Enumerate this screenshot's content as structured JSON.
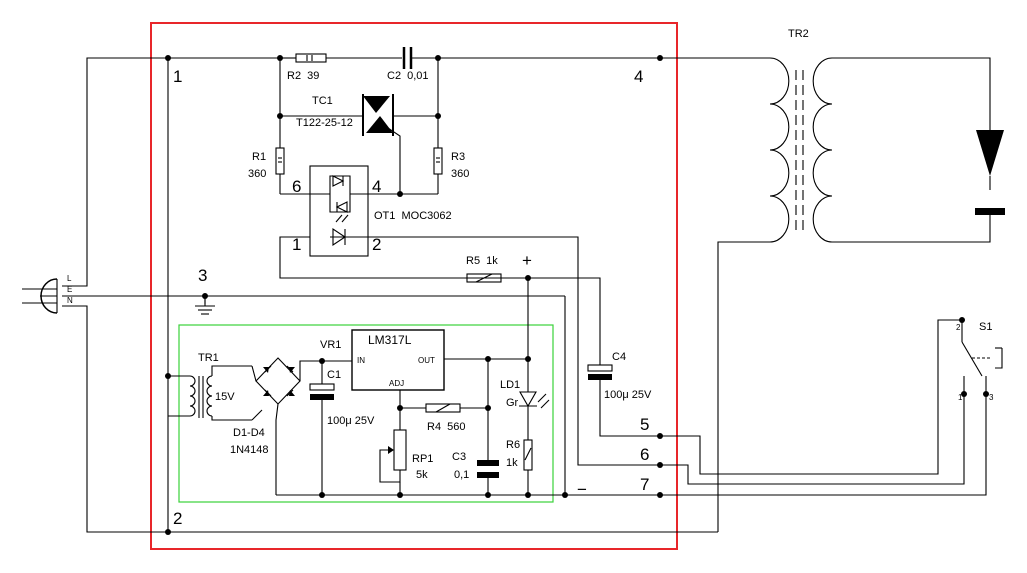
{
  "frame_colors": {
    "outer": "#e8262a",
    "inner": "#3ad13a"
  },
  "nodes": {
    "n1": "1",
    "n2": "2",
    "n3": "3",
    "n4": "4",
    "n5": "5",
    "n6": "6",
    "n7": "7"
  },
  "plug": {
    "l": "L",
    "e": "E",
    "n": "N"
  },
  "tr2": {
    "name": "TR2"
  },
  "s1": {
    "name": "S1",
    "p1": "1",
    "p2": "2",
    "p3": "3"
  },
  "r2": {
    "name": "R2",
    "value": "39"
  },
  "c2": {
    "name": "C2",
    "value": "0,01"
  },
  "tc1": {
    "name": "TC1",
    "part": "T122-25-12"
  },
  "r1": {
    "name": "R1",
    "value": "360"
  },
  "r3": {
    "name": "R3",
    "value": "360"
  },
  "ot1": {
    "name": "OT1",
    "part": "MOC3062",
    "p1": "1",
    "p2": "2",
    "p4": "4",
    "p6": "6"
  },
  "r5": {
    "name": "R5",
    "value": "1k"
  },
  "c4": {
    "name": "C4",
    "value": "100μ 25V"
  },
  "polarity": {
    "plus": "+",
    "minus": "−"
  },
  "tr1": {
    "name": "TR1",
    "voltage": "15V"
  },
  "vr1": {
    "name": "VR1",
    "part": "LM317L",
    "in": "IN",
    "out": "OUT",
    "adj": "ADJ"
  },
  "c1": {
    "name": "C1",
    "value": "100μ 25V"
  },
  "bridge": {
    "name": "D1-D4",
    "part": "1N4148"
  },
  "r4": {
    "name": "R4",
    "value": "560"
  },
  "rp1": {
    "name": "RP1",
    "value": "5k"
  },
  "c3": {
    "name": "C3",
    "value": "0,1"
  },
  "ld1": {
    "name": "LD1",
    "color": "Gr"
  },
  "r6": {
    "name": "R6",
    "value": "1k"
  }
}
